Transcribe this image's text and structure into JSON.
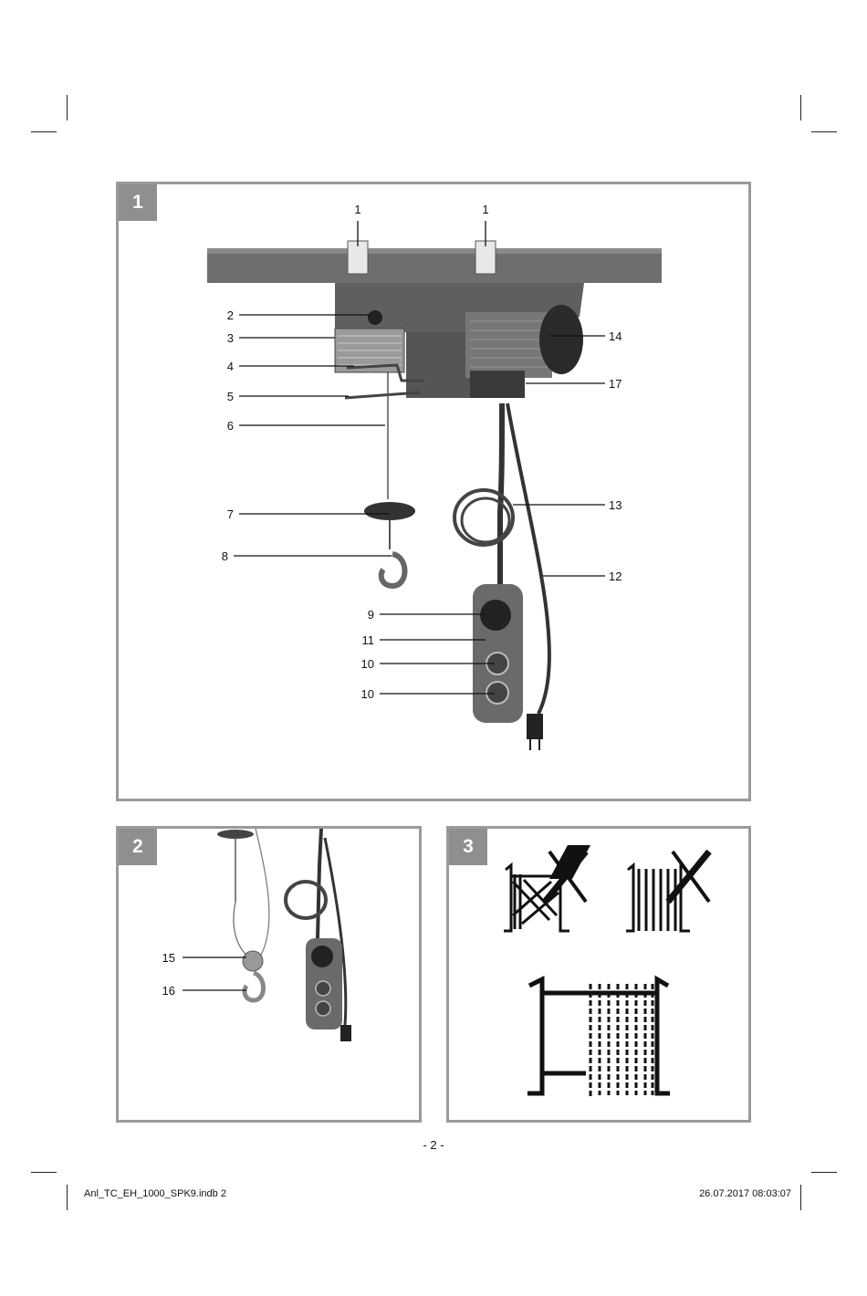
{
  "figures": [
    {
      "number": "1",
      "callouts": [
        "1",
        "1",
        "2",
        "3",
        "4",
        "5",
        "6",
        "7",
        "8",
        "9",
        "11",
        "10",
        "10",
        "14",
        "17",
        "13",
        "12"
      ]
    },
    {
      "number": "2",
      "callouts": [
        "15",
        "16"
      ]
    },
    {
      "number": "3",
      "callouts": []
    }
  ],
  "page_number": "- 2 -",
  "footer": {
    "file": "Anl_TC_EH_1000_SPK9.indb   2",
    "datetime": "26.07.2017   08:03:07"
  }
}
